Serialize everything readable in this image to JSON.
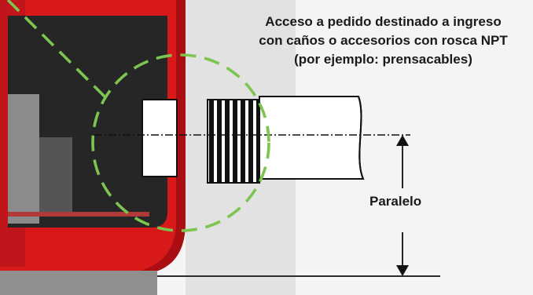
{
  "annotation": {
    "lines": [
      "Acceso a pedido destinado a ingreso",
      "con caños o accesorios con rosca NPT",
      "(por ejemplo: prensacables)"
    ]
  },
  "dimension": {
    "label": "Paralelo"
  },
  "colors": {
    "enclosure": "#d7191a",
    "enclosure_dark": "#a90f12",
    "interior": "#262626",
    "highlight": "#7ec450",
    "line": "#111111",
    "background": "#f4f4f4"
  },
  "icons": {
    "arrow_up": "arrow-up-icon",
    "arrow_down": "arrow-down-icon"
  }
}
